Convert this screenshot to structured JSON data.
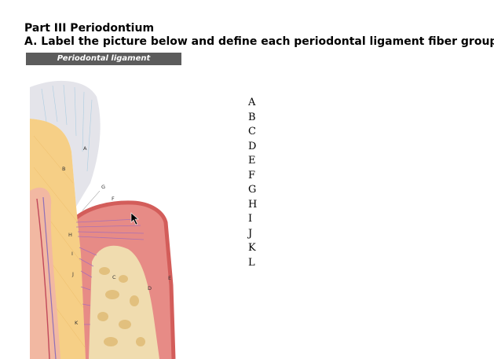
{
  "heading": {
    "part": "Part III Periodontium",
    "instruction": "A. Label the picture below and define each periodontal ligament fiber group."
  },
  "figure": {
    "title": "Periodontal ligament",
    "labels": [
      "A",
      "B",
      "G",
      "F",
      "H",
      "I",
      "J",
      "C",
      "D",
      "E",
      "K"
    ]
  },
  "answer_list": [
    "A",
    "B",
    "C",
    "D",
    "E",
    "F",
    "G",
    "H",
    "I",
    "J",
    "K",
    "L"
  ],
  "colors": {
    "enamel": "#e3e3e8",
    "dentin": "#f7d18a",
    "pulp": "#f2b9a4",
    "gingiva": "#d9635f",
    "bone": "#f0d9a8",
    "ligament": "#ef9a9a",
    "title_bar": "#5c5c5c"
  }
}
